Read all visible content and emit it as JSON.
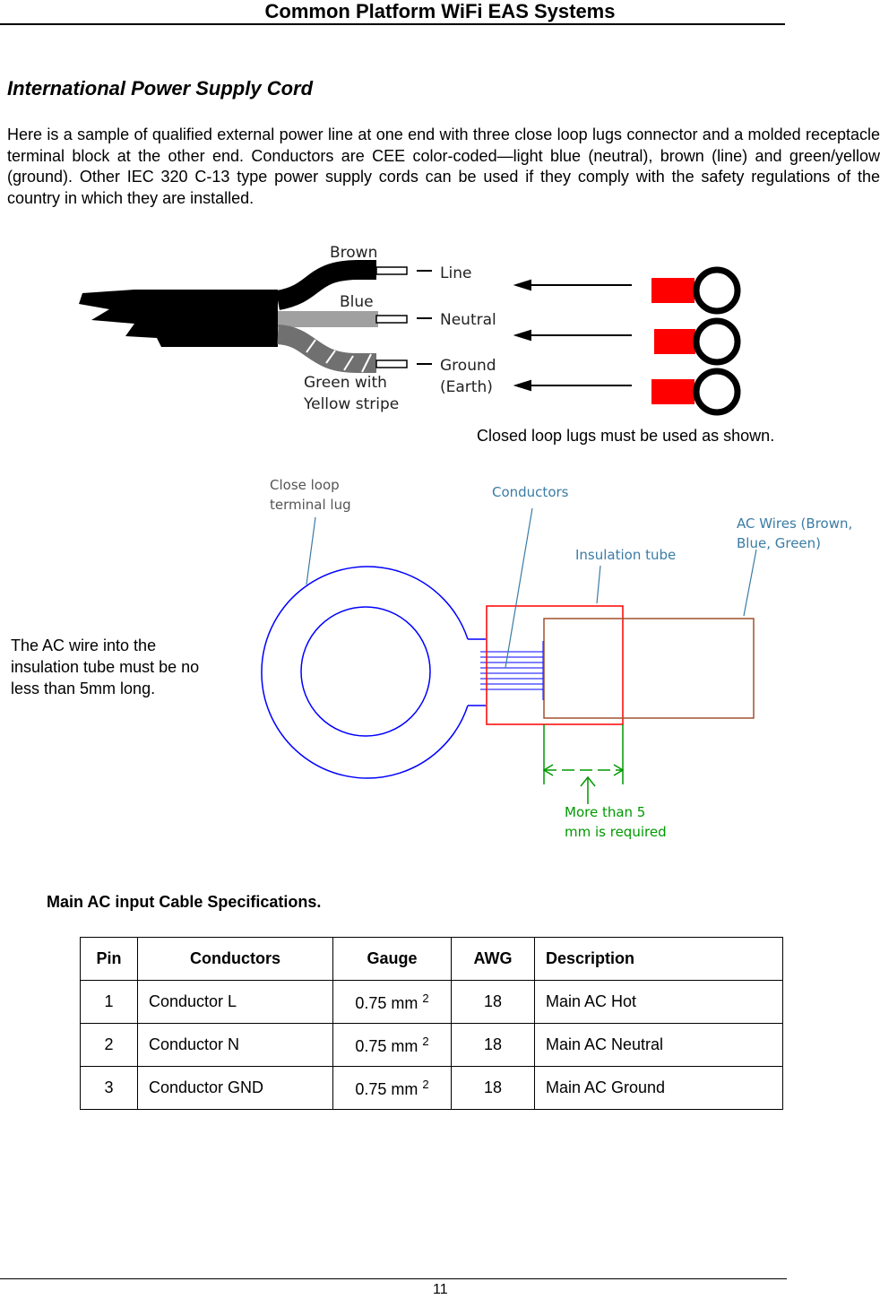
{
  "header": {
    "title": "Common Platform WiFi EAS Systems"
  },
  "section": {
    "title": "International Power Supply Cord",
    "intro": "Here is a sample of qualified external power line at one end with three close loop lugs connector and a molded receptacle terminal block at the other end. Conductors are CEE color-coded—light blue (neutral), brown (line) and green/yellow (ground). Other IEC 320 C-13 type power supply cords can be used if they comply with the safety regulations of the country in which they are installed."
  },
  "cord_figure": {
    "wire_labels": {
      "brown": "Brown",
      "blue": "Blue",
      "green_line1": "Green with",
      "green_line2": "Yellow stripe"
    },
    "terminal_labels": {
      "line": "Line",
      "neutral": "Neutral",
      "ground_line1": "Ground",
      "ground_line2": "(Earth)"
    },
    "caption": "Closed loop lugs must be used as shown.",
    "colors": {
      "lug_red": "#ff0000",
      "cord": "#000000",
      "blue_wire": "#a0a0a0",
      "green_wire": "#707070"
    }
  },
  "lug_figure": {
    "callouts": {
      "lug_line1": "Close loop",
      "lug_line2": "terminal lug",
      "conductors": "Conductors",
      "insulation": "Insulation tube",
      "wires_line1": "AC Wires (Brown,",
      "wires_line2": "Blue, Green)",
      "req_line1": "More than 5",
      "req_line2": "mm is required"
    },
    "side_note": "The AC wire into the insulation tube must be no less than 5mm long.",
    "colors": {
      "ring": "#0000ff",
      "crimp": "#ff0000",
      "tube": "#a0522d",
      "measure": "#009900",
      "callout": "#3a7ca5"
    }
  },
  "spec": {
    "title": "Main AC input Cable Specifications.",
    "headers": [
      "Pin",
      "Conductors",
      "Gauge",
      "AWG",
      "Description"
    ],
    "rows": [
      {
        "pin": "1",
        "conductor": "Conductor L",
        "gauge": "0.75 mm",
        "gauge_sup": "2",
        "awg": "18",
        "description": "Main AC Hot"
      },
      {
        "pin": "2",
        "conductor": "Conductor N",
        "gauge": "0.75 mm",
        "gauge_sup": "2",
        "awg": "18",
        "description": "Main AC Neutral"
      },
      {
        "pin": "3",
        "conductor": "Conductor GND",
        "gauge": "0.75 mm",
        "gauge_sup": "2",
        "awg": "18",
        "description": "Main AC Ground"
      }
    ]
  },
  "footer": {
    "page_number": "11"
  }
}
